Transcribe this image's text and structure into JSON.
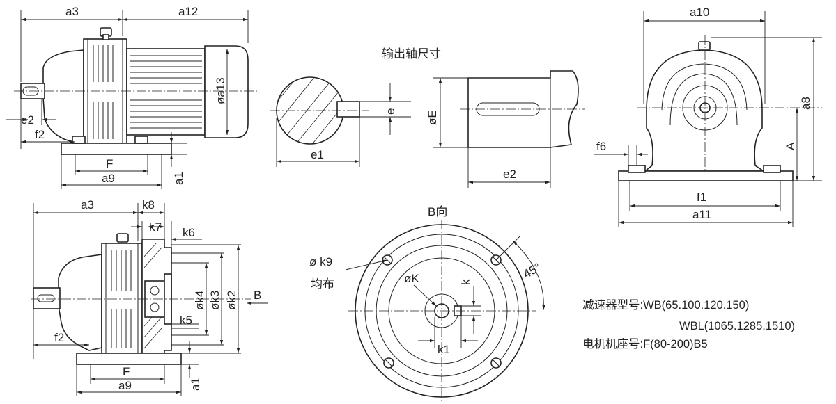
{
  "labels": {
    "side_top": {
      "a3": "a3",
      "a12": "a12",
      "a13": "øa13",
      "e2": "e2",
      "f2": "f2",
      "F": "F",
      "a9": "a9",
      "a1": "a1"
    },
    "shaft": {
      "title": "输出轴尺寸",
      "e": "e",
      "E": "øE",
      "e1": "e1",
      "e2": "e2"
    },
    "front_top": {
      "a10": "a10",
      "a8": "a8",
      "A": "A",
      "f6": "f6",
      "f1": "f1",
      "a11": "a11"
    },
    "side_bottom": {
      "a3": "a3",
      "k8": "k8",
      "k7": "k7",
      "k6": "k6",
      "k4": "øk4",
      "k3": "øk3",
      "k2": "øk2",
      "k5": "k5",
      "B": "B",
      "f2": "f2",
      "F": "F",
      "a9": "a9",
      "a1": "a1"
    },
    "flange": {
      "title": "B向",
      "k9": "ø k9",
      "even": "均布",
      "K": "øK",
      "k": "k",
      "k1": "k1",
      "angle": "45°"
    }
  },
  "notes": {
    "reducer_label": "减速器型号:",
    "reducer_value": "WB(65.100.120.150)",
    "reducer_value2": "WBL(1065.1285.1510)",
    "motor_label": "电机机座号:",
    "motor_value": "F(80-200)B5"
  }
}
